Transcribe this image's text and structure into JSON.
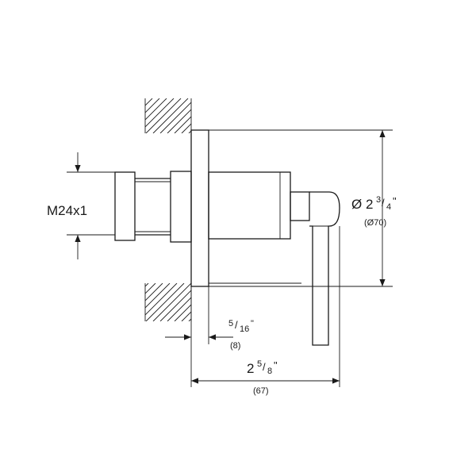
{
  "dimensions": {
    "thread": {
      "text": "M24x1"
    },
    "diameter": {
      "symbol": "Ø",
      "whole": "2",
      "num": "3",
      "den": "4",
      "unit": "\"",
      "metric": "(Ø70)"
    },
    "flange_offset": {
      "num": "5",
      "den": "16",
      "unit": "\"",
      "metric": "(8)"
    },
    "depth": {
      "whole": "2",
      "num": "5",
      "den": "8",
      "unit": "\"",
      "metric": "(67)"
    }
  }
}
